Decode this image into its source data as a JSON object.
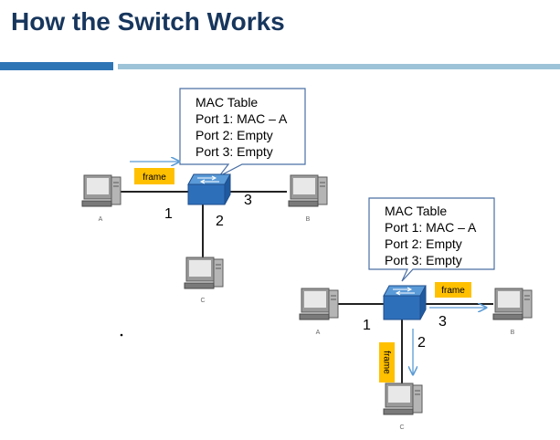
{
  "slide": {
    "title": "How the Switch Works"
  },
  "diagram_top": {
    "mac_table": {
      "heading": "MAC Table",
      "rows": [
        "Port 1: MAC – A",
        "Port 2: Empty",
        "Port 3: Empty"
      ]
    },
    "frame_label": "frame",
    "ports": [
      "1",
      "2",
      "3"
    ],
    "computers": [
      "A",
      "C",
      "B"
    ]
  },
  "diagram_bottom": {
    "mac_table": {
      "heading": "MAC Table",
      "rows": [
        "Port 1: MAC – A",
        "Port 2: Empty",
        "Port 3: Empty"
      ]
    },
    "frame_label_right": "frame",
    "frame_label_down": "frame",
    "ports": [
      "1",
      "2",
      "3"
    ],
    "computers": [
      "A",
      "C",
      "B"
    ]
  },
  "colors": {
    "title": "#17365d",
    "accent_bar": "#2e75b6",
    "accent_bar_light": "#9dc3d8",
    "switch": "#2e6fba",
    "frame_tag": "#ffc000",
    "arrow": "#5b9bd5",
    "callout_border": "#4a6fa5"
  }
}
